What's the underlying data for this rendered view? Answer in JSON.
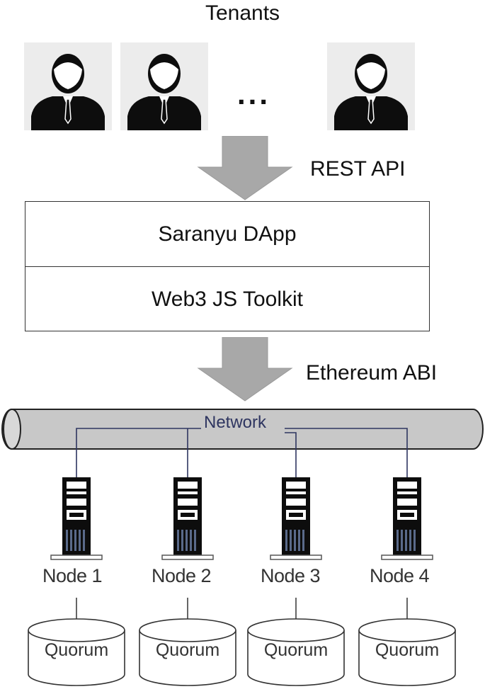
{
  "tenants": {
    "title": "Tenants",
    "ellipsis": "...",
    "icon": "person-icon"
  },
  "connectors": {
    "rest_api": "REST API",
    "ethereum_abi": "Ethereum  ABI",
    "arrow_color": "#a8a8a8"
  },
  "stack": {
    "dapp": "Saranyu DApp",
    "toolkit": "Web3 JS Toolkit"
  },
  "network": {
    "label": "Network",
    "pipe_color": "#c8c8c8",
    "link_color": "#2e3560"
  },
  "nodes": [
    {
      "label": "Node 1",
      "store": "Quorum"
    },
    {
      "label": "Node 2",
      "store": "Quorum"
    },
    {
      "label": "Node 3",
      "store": "Quorum"
    },
    {
      "label": "Node 4",
      "store": "Quorum"
    }
  ]
}
